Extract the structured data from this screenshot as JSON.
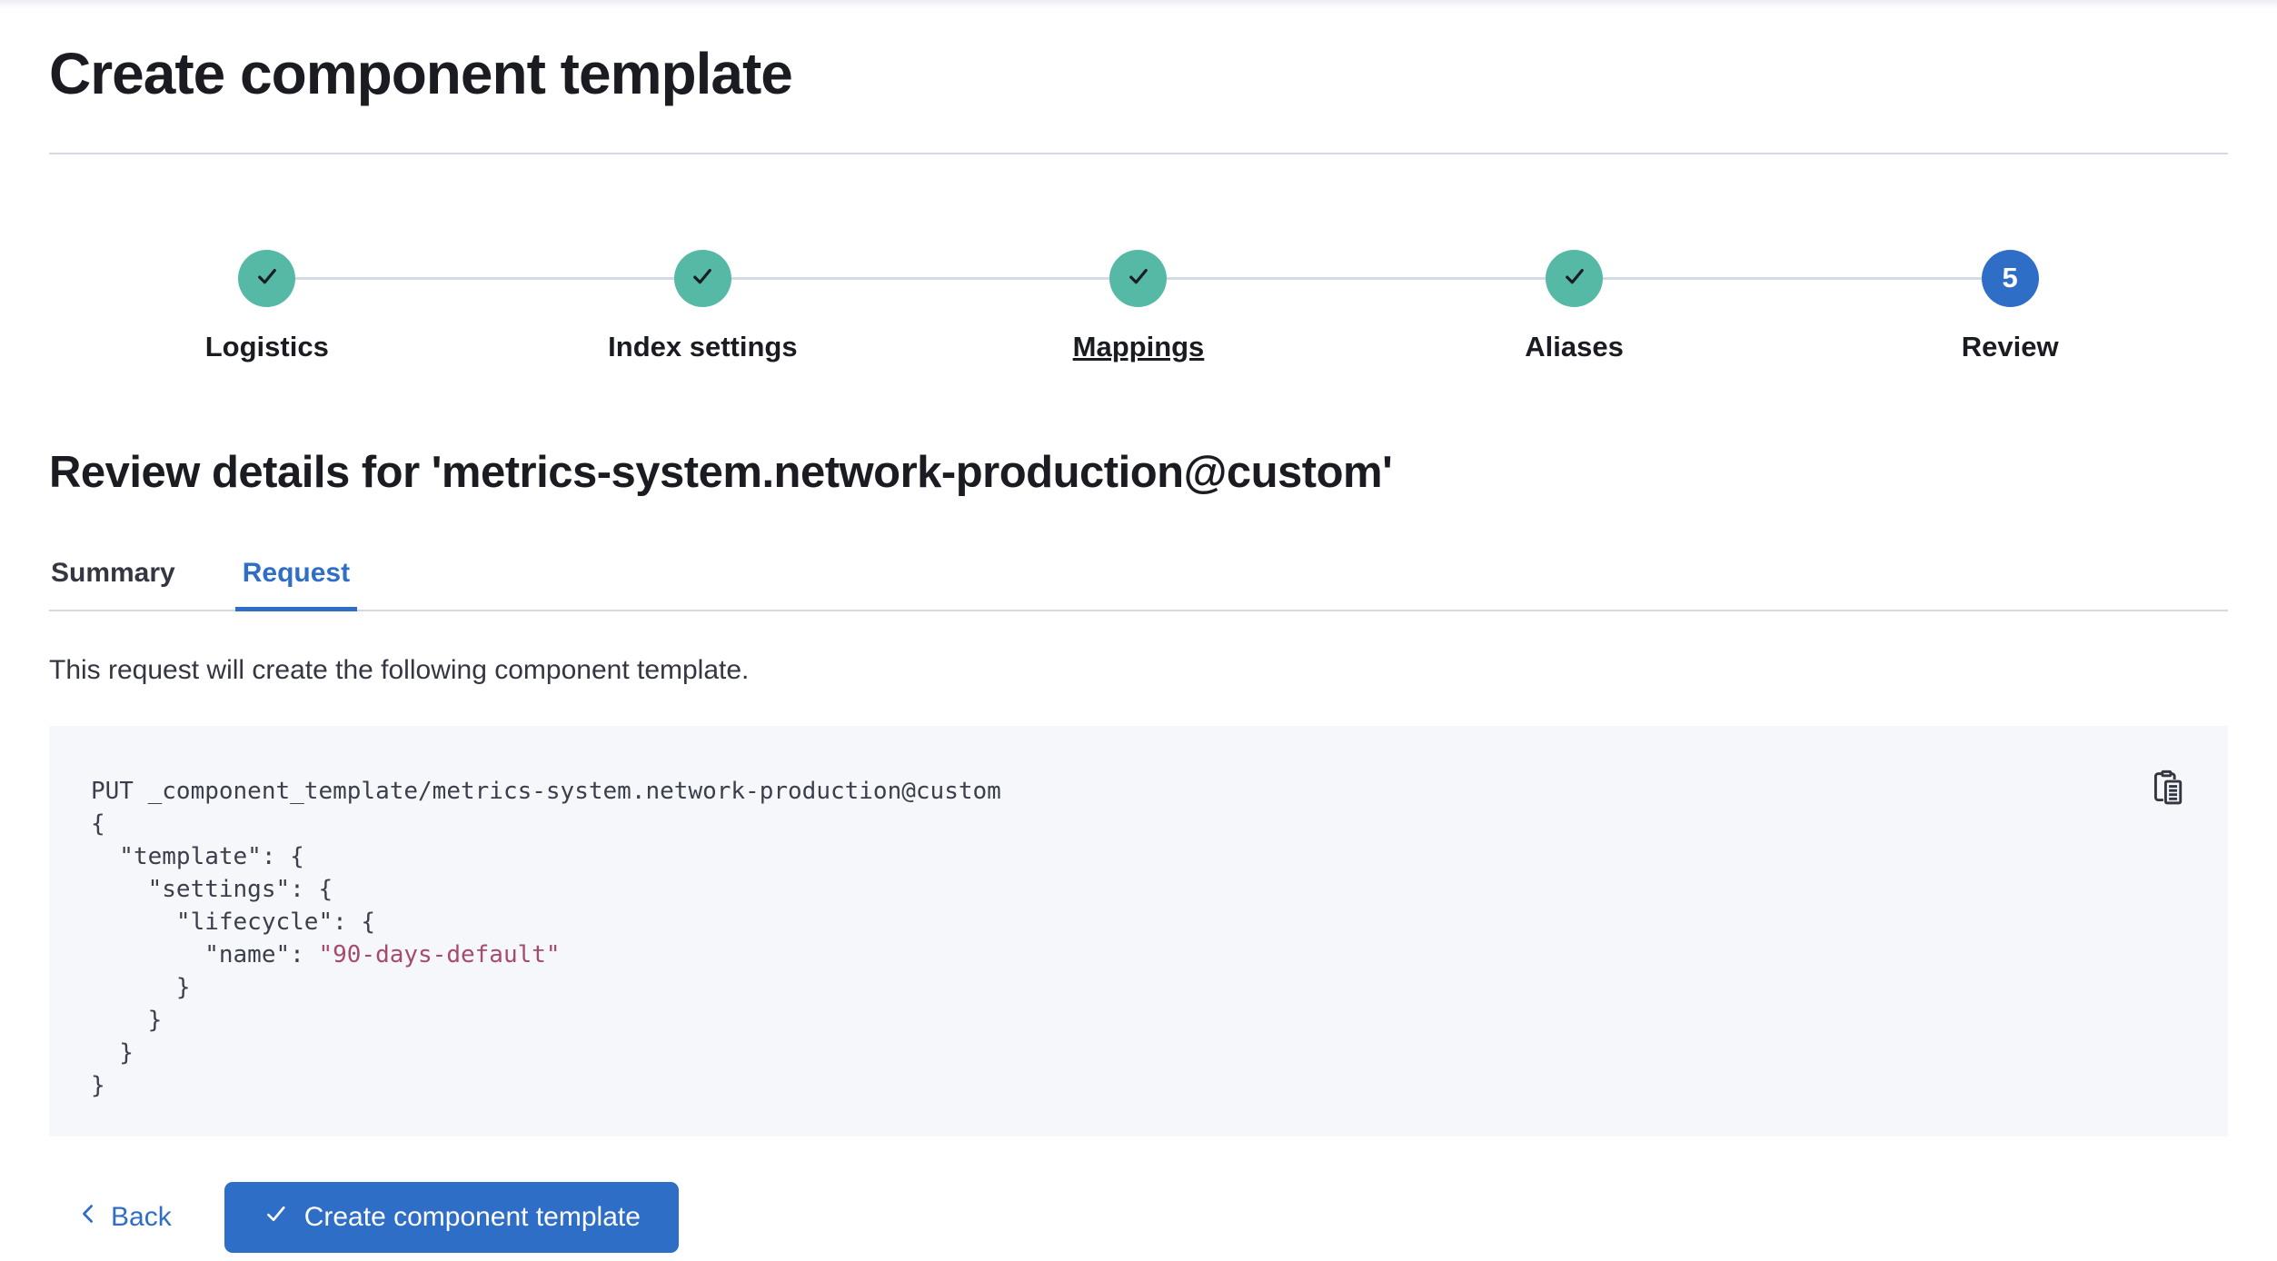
{
  "page": {
    "title": "Create component template"
  },
  "stepper": {
    "steps": [
      {
        "label": "Logistics",
        "status": "complete",
        "icon": "check-icon"
      },
      {
        "label": "Index settings",
        "status": "complete",
        "icon": "check-icon"
      },
      {
        "label": "Mappings",
        "status": "complete",
        "icon": "check-icon",
        "underlined": true
      },
      {
        "label": "Aliases",
        "status": "complete",
        "icon": "check-icon"
      },
      {
        "label": "Review",
        "status": "current",
        "number": "5"
      }
    ]
  },
  "review": {
    "heading": "Review details for 'metrics-system.network-production@custom'",
    "tabs": [
      {
        "label": "Summary",
        "active": false
      },
      {
        "label": "Request",
        "active": true
      }
    ],
    "description": "This request will create the following component template."
  },
  "code": {
    "copy_icon": "copy-icon",
    "lines": [
      [
        {
          "c": "plain",
          "t": "PUT _component_template/metrics-system.network-production@custom"
        }
      ],
      [
        {
          "c": "plain",
          "t": "{"
        }
      ],
      [
        {
          "c": "plain",
          "t": "  \"template\": {"
        }
      ],
      [
        {
          "c": "plain",
          "t": "    \"settings\": {"
        }
      ],
      [
        {
          "c": "plain",
          "t": "      \"lifecycle\": {"
        }
      ],
      [
        {
          "c": "plain",
          "t": "        \"name\": "
        },
        {
          "c": "string",
          "t": "\"90-days-default\""
        }
      ],
      [
        {
          "c": "plain",
          "t": "      }"
        }
      ],
      [
        {
          "c": "plain",
          "t": "    }"
        }
      ],
      [
        {
          "c": "plain",
          "t": "  }"
        }
      ],
      [
        {
          "c": "plain",
          "t": "}"
        }
      ]
    ]
  },
  "footer": {
    "back_label": "Back",
    "back_icon": "chevron-left-icon",
    "create_label": "Create component template",
    "create_icon": "check-icon"
  },
  "colors": {
    "primary_blue": "#2f6ec7",
    "success_teal": "#55b9a5",
    "line_gray": "#d3dae6",
    "code_background": "#f5f7fa",
    "code_string": "#a84a6f",
    "heading_text": "#1a1c21",
    "body_text": "#343741"
  }
}
